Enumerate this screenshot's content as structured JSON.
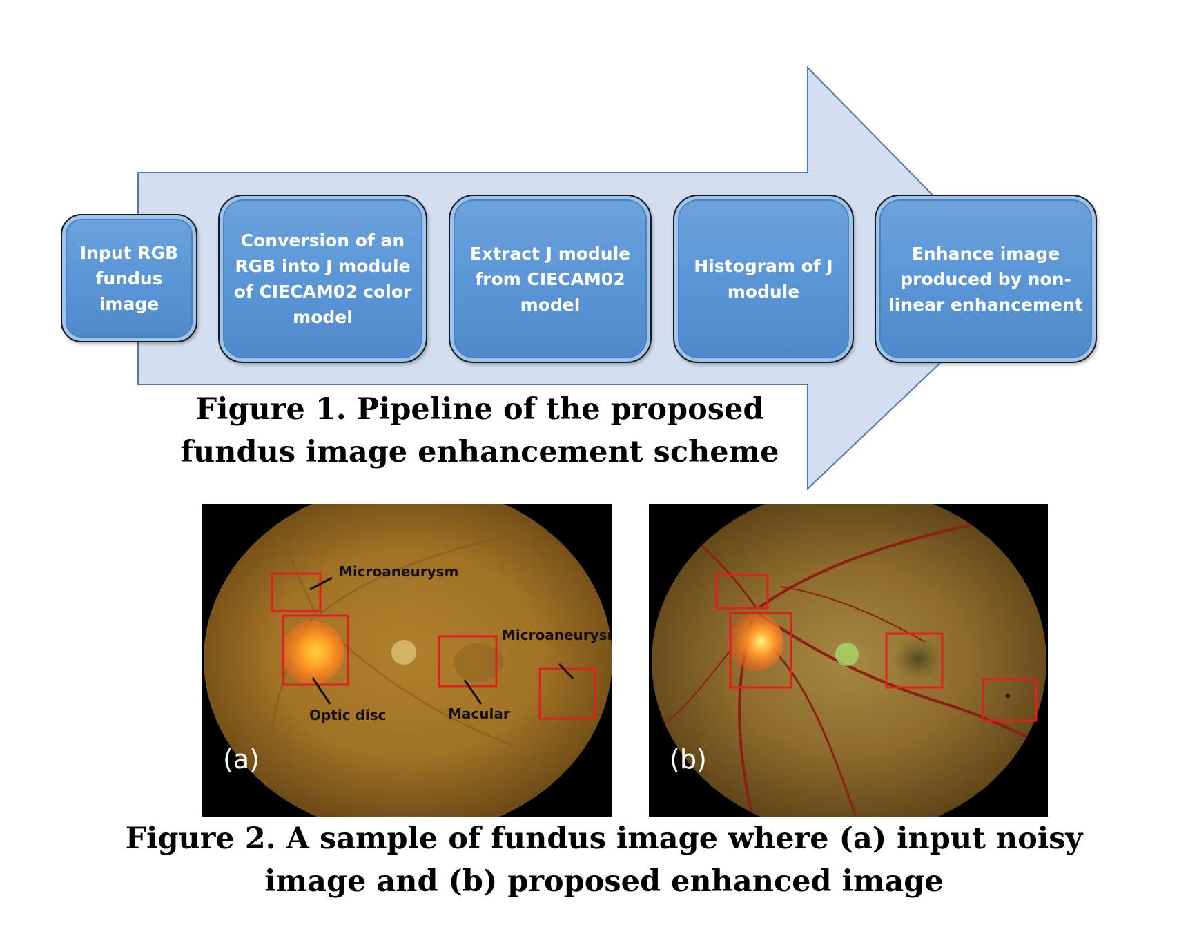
{
  "figure1": {
    "steps": [
      "Input RGB fundus image",
      "Conversion of an RGB into J module of CIECAM02 color model",
      "Extract J module from CIECAM02 model",
      "Histogram of J module",
      "Enhance image produced by non-linear enhancement"
    ],
    "caption_line1": "Figure 1. Pipeline of the proposed",
    "caption_line2": "fundus image enhancement scheme"
  },
  "figure2": {
    "panel_a": {
      "tag": "(a)",
      "annotations": {
        "microaneurysm_1": "Microaneurysm",
        "microaneurysm_2": "Microaneurysm",
        "optic_disc": "Optic disc",
        "macular": "Macular"
      }
    },
    "panel_b": {
      "tag": "(b)"
    },
    "caption_line1": "Figure 2. A sample of fundus image where (a) input noisy",
    "caption_line2": "image and (b) proposed enhanced image"
  },
  "colors": {
    "arrow_fill": "#d3dff0",
    "arrow_stroke": "#4f77b0",
    "box_fill": "#5b96d6",
    "annotation_box": "#e02020"
  }
}
